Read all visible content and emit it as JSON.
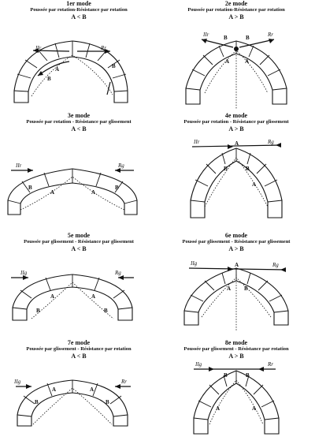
{
  "modes": [
    {
      "title": "1er mode",
      "subtitle": "Poussée par rotation-Résistance par rotation",
      "relation": "A < B",
      "force_left": "IIr",
      "force_right": "Rr"
    },
    {
      "title": "2e mode",
      "subtitle": "Poussée par rotation-Résistance par rotation",
      "relation": "A > B",
      "force_left": "IIr",
      "force_right": "Rr"
    },
    {
      "title": "3e mode",
      "subtitle": "Poussée par rotation - Résistance par glissement",
      "relation": "A < B",
      "force_left": "IIr",
      "force_right": "Rg"
    },
    {
      "title": "4e mode",
      "subtitle": "Poussée par rotation - Résistance par glissement",
      "relation": "A > B",
      "force_left": "IIr",
      "force_right": "Rg"
    },
    {
      "title": "5e mode",
      "subtitle": "Poussée par glissement - Résistance par glissement",
      "relation": "A < B",
      "force_left": "IIg",
      "force_right": "Rg"
    },
    {
      "title": "6e mode",
      "subtitle": "Poussé par glissement - Résistance par glissement",
      "relation": "A > B",
      "force_left": "IIg",
      "force_right": "Rg"
    },
    {
      "title": "7e mode",
      "subtitle": "Poussée par glissement - Résistance par rotation",
      "relation": "A < B",
      "force_left": "IIg",
      "force_right": "Rr"
    },
    {
      "title": "8e mode",
      "subtitle": "Poussée par glissement - Résistance par rotation",
      "relation": "A > B",
      "force_left": "IIg",
      "force_right": "Rr"
    }
  ],
  "labels": {
    "a": "A",
    "b": "B"
  },
  "ink_color": "#111111"
}
